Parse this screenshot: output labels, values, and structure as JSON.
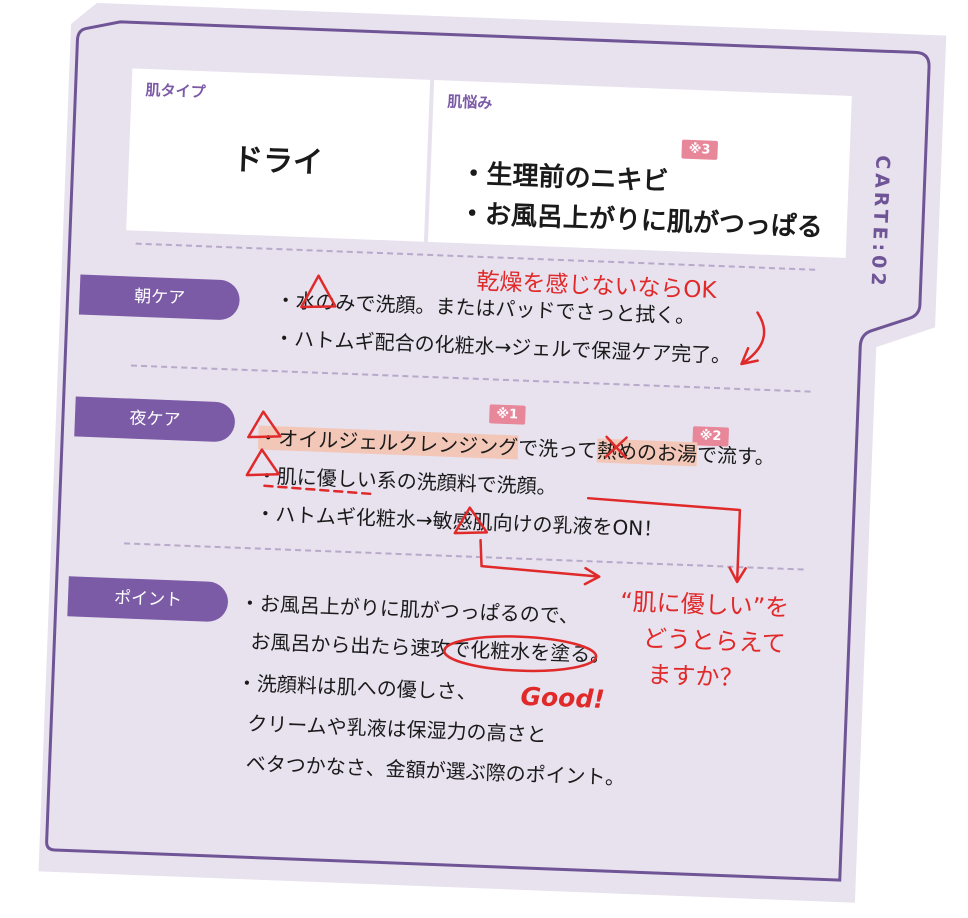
{
  "carte_label": "CARTE:02",
  "skin_type": {
    "label": "肌タイプ",
    "value": "ドライ"
  },
  "concerns": {
    "label": "肌悩み",
    "items": [
      "・生理前のニキビ",
      "・お風呂上がりに肌がつっぱる"
    ],
    "badge": "※3"
  },
  "morning": {
    "label": "朝ケア",
    "lines": [
      "・水のみで洗顔。またはパッドでさっと拭く。",
      "・ハトムギ配合の化粧水→ジェルで保湿ケア完了。"
    ]
  },
  "night": {
    "label": "夜ケア",
    "line1_a": "・オイルジェルクレンジング",
    "line1_b": "で洗って",
    "line1_c": "熱めのお湯",
    "line1_d": "で流す。",
    "line2": "・肌に優しい系の洗顔料で洗顔。",
    "line3": "・ハトムギ化粧水→敏感肌向けの乳液をON！",
    "badge1": "※1",
    "badge2": "※2"
  },
  "point": {
    "label": "ポイント",
    "lines": [
      "・お風呂上がりに肌がつっぱるので、",
      "お風呂から出たら速攻で化粧水を塗る。",
      "・洗顔料は肌への優しさ、",
      "クリームや乳液は保湿力の高さと",
      "ベタつかなさ、金額が選ぶ際のポイント。"
    ]
  },
  "annotations": {
    "ok_note": "乾燥を感じないならOK",
    "good": "Good!",
    "question_1": "“肌に優しい”を",
    "question_2": "どうとらえて",
    "question_3": "ますか？"
  },
  "colors": {
    "card": "#e8e2ef",
    "accent": "#7b5aa6",
    "pen": "#e02a2a",
    "highlight": "#f3c7b8",
    "badge": "#e8869a"
  }
}
